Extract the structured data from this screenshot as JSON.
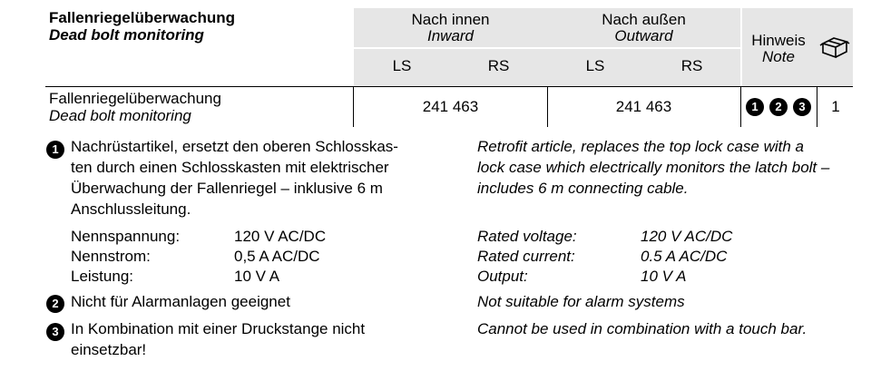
{
  "header": {
    "title_de": "Fallenriegelüberwachung",
    "title_en": "Dead bolt monitoring",
    "inward_de": "Nach innen",
    "inward_en": "Inward",
    "outward_de": "Nach außen",
    "outward_en": "Outward",
    "note_de": "Hinweis",
    "note_en": "Note",
    "ls_in": "LS",
    "rs_in": "RS",
    "ls_out": "LS",
    "rs_out": "RS",
    "box_icon": "package-box-icon"
  },
  "row": {
    "label_de": "Fallenriegelüberwachung",
    "label_en": "Dead bolt monitoring",
    "inward_value": "241 463",
    "outward_value": "241 463",
    "notes": [
      "1",
      "2",
      "3"
    ],
    "qty": "1"
  },
  "notes": {
    "n1": {
      "num": "1",
      "de_lines": [
        "Nachrüstartikel, ersetzt den oberen Schlosskas-",
        "ten durch einen Schlosskasten mit elektrischer",
        "Überwachung der Fallenriegel – inklusive 6 m",
        "Anschlussleitung."
      ],
      "en_lines": [
        "Retrofit article, replaces the top lock case with a",
        "lock case which electrically monitors the latch bolt –",
        "includes 6 m connecting cable."
      ]
    },
    "specs_de": [
      {
        "label": "Nennspannung:",
        "value": "120 V AC/DC"
      },
      {
        "label": "Nennstrom:",
        "value": "0,5 A AC/DC"
      },
      {
        "label": "Leistung:",
        "value": "10 V A"
      }
    ],
    "specs_en": [
      {
        "label": "Rated voltage:",
        "value": "120 V AC/DC"
      },
      {
        "label": "Rated current:",
        "value": "0.5 A AC/DC"
      },
      {
        "label": "Output:",
        "value": "10 V A"
      }
    ],
    "n2": {
      "num": "2",
      "de": "Nicht für Alarmanlagen geeignet",
      "en": "Not suitable for alarm systems"
    },
    "n3": {
      "num": "3",
      "de_lines": [
        "In Kombination mit einer Druckstange nicht",
        "einsetzbar!"
      ],
      "en": "Cannot be used in combination with a touch bar."
    }
  }
}
